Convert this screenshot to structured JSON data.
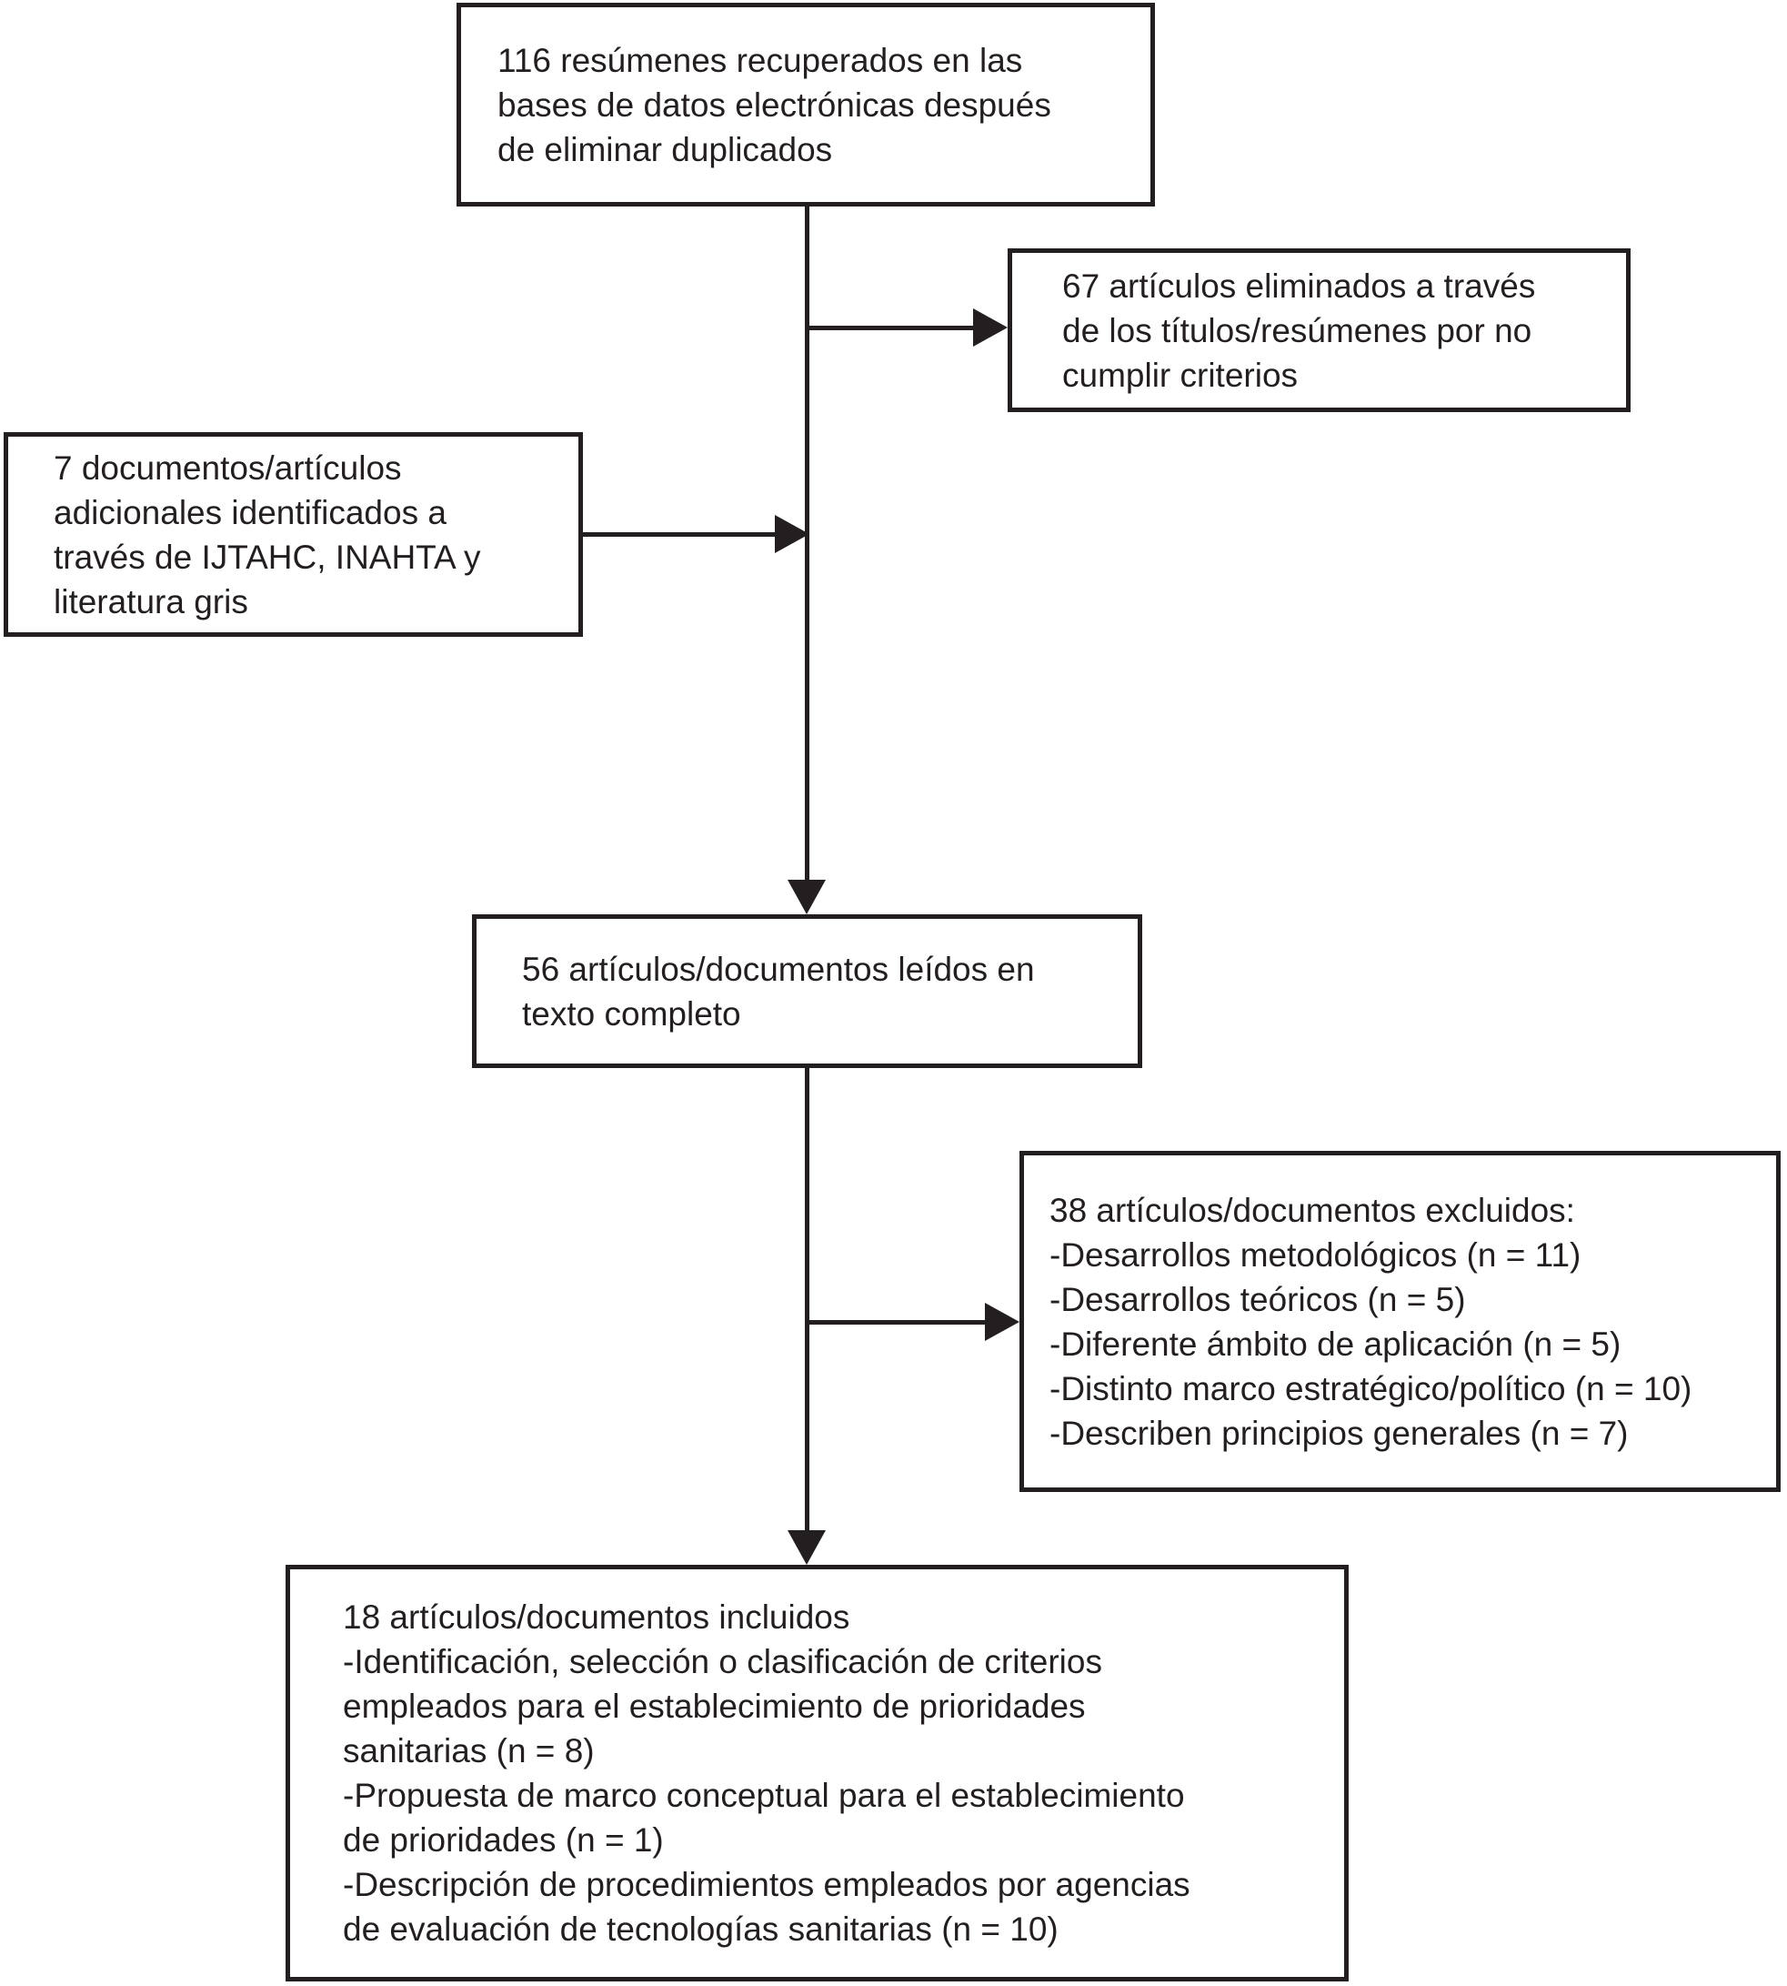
{
  "diagram": {
    "type": "flowchart",
    "language": "es",
    "colors": {
      "line": "#231f20",
      "text": "#231f20",
      "background": "#ffffff"
    },
    "boxes": {
      "retrieved": {
        "count": 116,
        "lines": [
          "116 resúmenes recuperados en las",
          "bases de datos electrónicas después",
          "de eliminar duplicados"
        ]
      },
      "excluded_abstracts": {
        "count": 67,
        "lines": [
          "67 artículos eliminados a través",
          "de los títulos/resúmenes por no",
          "cumplir criterios"
        ]
      },
      "additional_sources": {
        "count": 7,
        "lines": [
          "7 documentos/artículos",
          "adicionales identificados a",
          "través de IJTAHC, INAHTA y",
          "literatura gris"
        ]
      },
      "fulltext_read": {
        "count": 56,
        "lines": [
          "56 artículos/documentos leídos en",
          "texto completo"
        ]
      },
      "excluded_fulltext": {
        "count": 38,
        "lines": [
          "38 artículos/documentos excluidos:",
          "-Desarrollos metodológicos (n = 11)",
          "-Desarrollos teóricos (n = 5)",
          "-Diferente ámbito de aplicación (n = 5)",
          "-Distinto marco estratégico/político (n = 10)",
          "-Describen principios generales (n = 7)"
        ]
      },
      "included": {
        "count": 18,
        "lines": [
          "18 artículos/documentos incluidos",
          "-Identificación, selección o clasificación de criterios",
          "empleados para el establecimiento de prioridades",
          "sanitarias (n = 8)",
          "-Propuesta de marco conceptual para el establecimiento",
          "de prioridades (n = 1)",
          "-Descripción de procedimientos empleados por agencias",
          "de evaluación de tecnologías sanitarias (n = 10)"
        ]
      }
    }
  }
}
